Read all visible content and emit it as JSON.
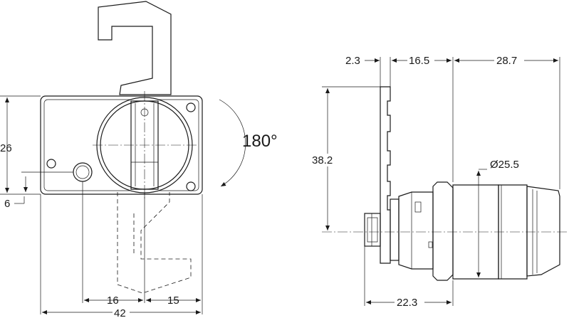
{
  "rotation_label": "180°",
  "front_view": {
    "dims": {
      "height": "26",
      "offset": "6",
      "left_span": "16",
      "right_span": "15",
      "width": "42"
    }
  },
  "side_view": {
    "dims": {
      "flange": "2.3",
      "middle": "16.5",
      "right": "28.7",
      "height": "38.2",
      "diameter": "Ø25.5",
      "bottom": "22.3"
    }
  }
}
